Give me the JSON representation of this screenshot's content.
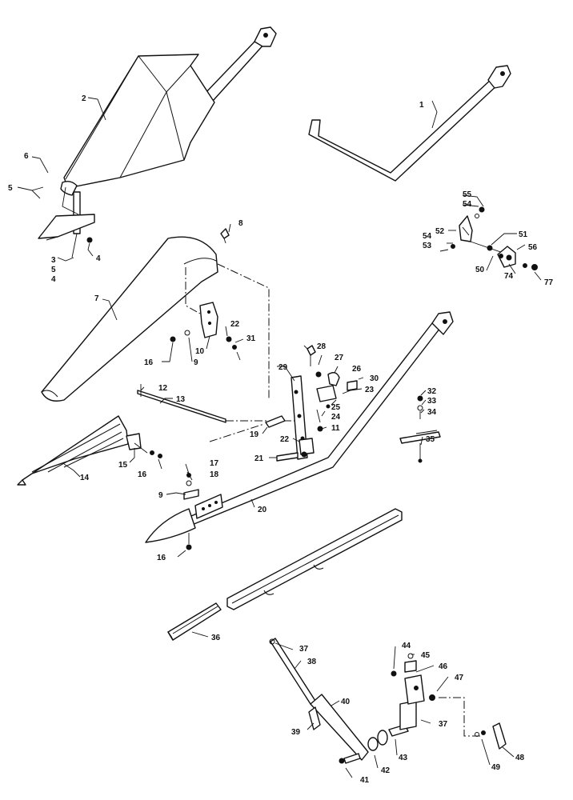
{
  "diagram": {
    "callouts": {
      "c1": "1",
      "c2": "2",
      "c3": "3",
      "c4a": "4",
      "c4b": "4",
      "c5a": "5",
      "c5b": "5",
      "c6": "6",
      "c7": "7",
      "c8": "8",
      "c9a": "9",
      "c9b": "9",
      "c10": "10",
      "c11": "11",
      "c12": "12",
      "c13": "13",
      "c14": "14",
      "c15": "15",
      "c16a": "16",
      "c16b": "16",
      "c16c": "16",
      "c17": "17",
      "c18": "18",
      "c19": "19",
      "c20": "20",
      "c21": "21",
      "c22a": "22",
      "c22b": "22",
      "c23": "23",
      "c24": "24",
      "c25": "25",
      "c26": "26",
      "c27": "27",
      "c28": "28",
      "c29": "29",
      "c30": "30",
      "c31": "31",
      "c32": "32",
      "c33": "33",
      "c34": "34",
      "c35": "35",
      "c36": "36",
      "c37a": "37",
      "c37b": "37",
      "c38": "38",
      "c39": "39",
      "c40": "40",
      "c41": "41",
      "c42": "42",
      "c43": "43",
      "c44": "44",
      "c45": "45",
      "c46": "46",
      "c47": "47",
      "c48": "48",
      "c49": "49",
      "c50": "50",
      "c51": "51",
      "c52": "52",
      "c53": "53",
      "c54a": "54",
      "c54b": "54",
      "c55": "55",
      "c56": "56",
      "c74": "74",
      "c77": "77"
    }
  }
}
